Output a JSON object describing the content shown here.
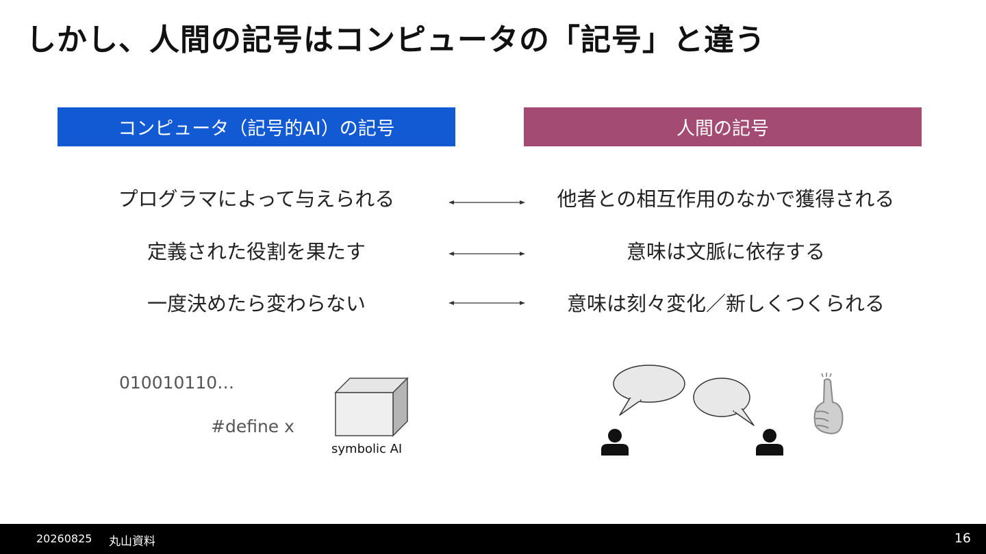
{
  "slide": {
    "title": "しかし、人間の記号はコンピュータの「記号」と違う",
    "left_header": "コンピュータ（記号的AI）の記号",
    "right_header": "人間の記号",
    "rows": [
      {
        "left": "プログラマによって与えられる",
        "right": "他者との相互作用のなかで獲得される"
      },
      {
        "left": "定義された役割を果たす",
        "right": "意味は文脈に依存する"
      },
      {
        "left": "一度決めたら変わらない",
        "right": "意味は刻々変化／新しくつくられる"
      }
    ],
    "illustration": {
      "binary_text": "010010110…",
      "define_text": "#define x",
      "cube_label": "symbolic AI"
    }
  },
  "footer": {
    "date": "20260825",
    "author": "丸山資料",
    "page_number": "16"
  },
  "colors": {
    "left_header_bg": "#1259d4",
    "right_header_bg": "#a34b73",
    "footer_bg": "#000000"
  }
}
